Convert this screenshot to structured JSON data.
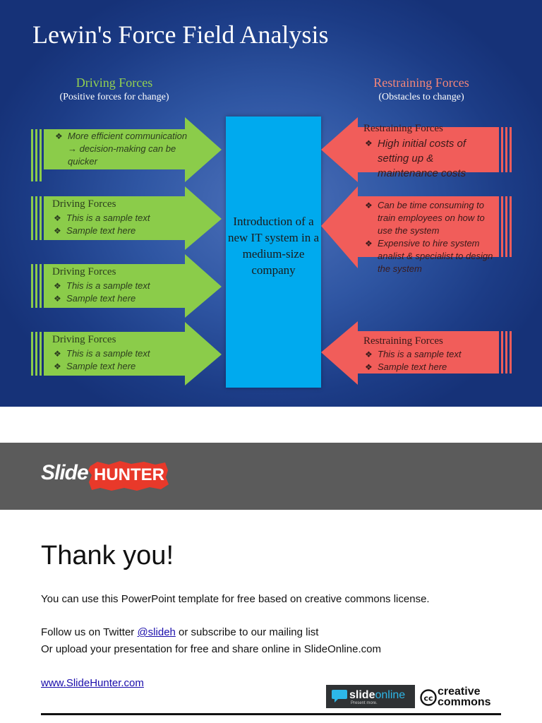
{
  "slide": {
    "title": "Lewin's Force Field Analysis",
    "driving": {
      "heading": "Driving Forces",
      "subheading": "(Positive forces for change)",
      "color": "#8bcc4a",
      "heading_color": "#93d150",
      "arrows": [
        {
          "title": "",
          "items": [
            "More efficient communication → decision-making can be quicker"
          ]
        },
        {
          "title": "Driving Forces",
          "items": [
            "This is a sample text",
            "Sample text here"
          ]
        },
        {
          "title": "Driving Forces",
          "items": [
            "This is a sample text",
            "Sample text here"
          ]
        },
        {
          "title": "Driving Forces",
          "items": [
            "This is a sample text",
            "Sample text here"
          ]
        }
      ]
    },
    "restraining": {
      "heading": "Restraining Forces",
      "subheading": "(Obstacles to change)",
      "color": "#f15d5a",
      "heading_color": "#f2867a",
      "arrows": [
        {
          "title": "Restraining Forces",
          "items": [
            "High initial costs of setting up & maintenance costs"
          ]
        },
        {
          "title": "",
          "items": [
            "Can be time consuming to train employees on how to use the system",
            "Expensive to hire system analist & specialist to design the system"
          ]
        },
        {
          "title": "Restraining Forces",
          "items": [
            "This is a sample text",
            "Sample text here"
          ]
        }
      ]
    },
    "center": {
      "text": "Introduction of a new IT system in a medium-size company",
      "color": "#00aaee"
    }
  },
  "footer": {
    "logo": {
      "part1": "Slide",
      "part2": "HUNTER",
      "accent": "#e8392a"
    },
    "thanks": "Thank you!",
    "license": "You can use this PowerPoint template for free based on creative commons license.",
    "follow_prefix": "Follow us on Twitter ",
    "twitter_handle": "@slideh",
    "follow_suffix": " or subscribe to our mailing list",
    "upload": "Or upload your presentation for free and share online in SlideOnline.com",
    "website": "www.SlideHunter.com",
    "slideonline": {
      "part1": "slide",
      "part2": "online",
      "tagline": "Present more."
    },
    "creative_commons": {
      "line1": "creative",
      "line2": "commons"
    }
  }
}
